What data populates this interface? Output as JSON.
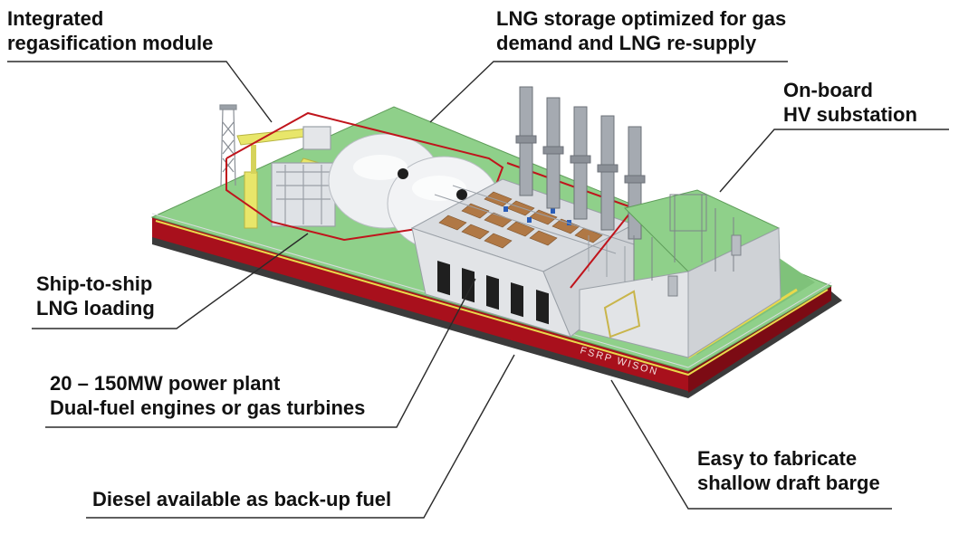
{
  "callouts": {
    "regas": {
      "line1": "Integrated",
      "line2": "regasification module"
    },
    "storage": {
      "line1": "LNG storage optimized for gas",
      "line2": "demand and LNG re-supply"
    },
    "substation": {
      "line1": "On-board",
      "line2": "HV substation"
    },
    "sts": {
      "line1": "Ship-to-ship",
      "line2": "LNG loading"
    },
    "power": {
      "line1": "20 – 150MW power plant",
      "line2": "Dual-fuel engines or gas turbines"
    },
    "diesel": {
      "line1": "Diesel available as back-up fuel"
    },
    "barge": {
      "line1": "Easy to fabricate",
      "line2": "shallow draft barge"
    }
  },
  "hull_marking": "FSRP WISON",
  "colors": {
    "deck": "#8fd08a",
    "hull_red": "#a8101c",
    "hull_dark": "#3b3b3b",
    "tank": "#eef0f2",
    "building": "#e2e4e7",
    "crane": "#e8e66a",
    "rail": "#c0141c",
    "text": "#111111"
  }
}
